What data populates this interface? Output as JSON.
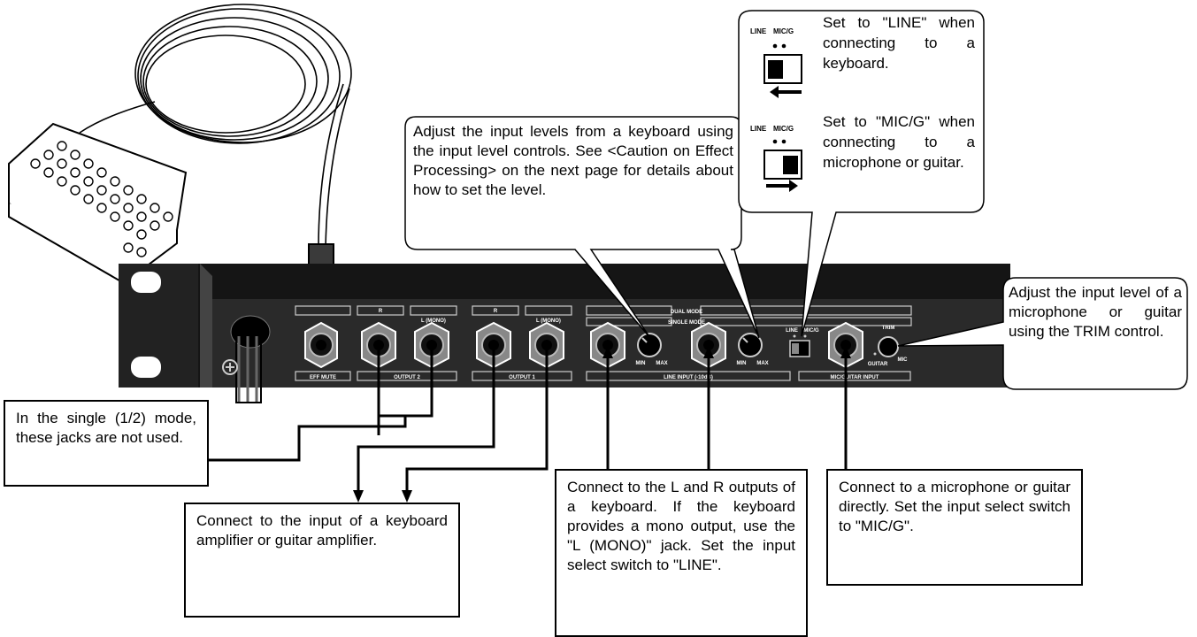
{
  "callouts": {
    "switch_line": "Set to \"LINE\" when connecting to a keyboard.",
    "switch_mic": "Set to \"MIC/G\" when connecting to a microphone or guitar.",
    "key_level": "Adjust the input levels from a keyboard using the input level controls. See <Caution on Effect Processing> on the next page for details about how to set the level.",
    "trim_level": "Adjust the input level of a microphone or guitar using the TRIM control.",
    "single_mode": "In the single (1/2) mode, these jacks are not used.",
    "amp_connect": "Connect to the input of a keyboard amplifier or guitar amplifier.",
    "keyboard_connect": "Connect to the L and R outputs of a keyboard. If the keyboard provides a mono output, use the \"L (MONO)\" jack. Set the input select switch to \"LINE\".",
    "mic_connect": "Connect to a microphone or guitar directly. Set the input select switch to \"MIC/G\"."
  },
  "switch_legend": {
    "line": "LINE",
    "mic": "MIC/G"
  },
  "panel": {
    "eff_mute": "EFF MUTE",
    "output2": "OUTPUT 2",
    "output1": "OUTPUT 1",
    "r": "R",
    "l_mono": "L (MONO)",
    "dual_mode": "DUAL MODE",
    "single_mode": "SINGLE MODE",
    "min": "MIN",
    "max": "MAX",
    "line_input": "LINE INPUT (-10dB)",
    "mic_guitar_input": "MIC/GUITAR INPUT",
    "line": "LINE",
    "mic_g": "MIC/G",
    "trim": "TRIM",
    "guitar": "GUITAR",
    "mic": "MIC"
  }
}
